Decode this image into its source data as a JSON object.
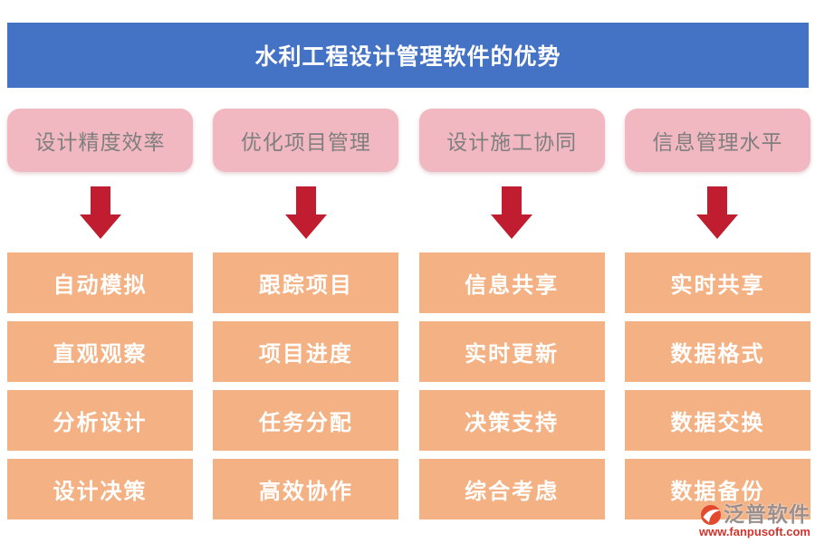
{
  "title": "水利工程设计管理软件的优势",
  "columns": [
    {
      "header": "设计精度效率",
      "items": [
        "自动模拟",
        "直观观察",
        "分析设计",
        "设计决策"
      ]
    },
    {
      "header": "优化项目管理",
      "items": [
        "跟踪项目",
        "项目进度",
        "任务分配",
        "高效协作"
      ]
    },
    {
      "header": "设计施工协同",
      "items": [
        "信息共享",
        "实时更新",
        "决策支持",
        "综合考虑"
      ]
    },
    {
      "header": "信息管理水平",
      "items": [
        "实时共享",
        "数据格式",
        "数据交换",
        "数据备份"
      ]
    }
  ],
  "watermark": {
    "brand": "泛普软件",
    "url": "www.fanpusoft.com"
  },
  "colors": {
    "banner": "#4472C4",
    "category": "#F2B8C1",
    "feature": "#F4B183",
    "arrow": "#C01E30",
    "title-text": "#FFFFFF",
    "category-text": "#7F7F7F",
    "feature-text": "#FFFFFF",
    "brand-text": "#9B8F8D",
    "url-text": "#D0342C",
    "logo": "#E2492F"
  }
}
